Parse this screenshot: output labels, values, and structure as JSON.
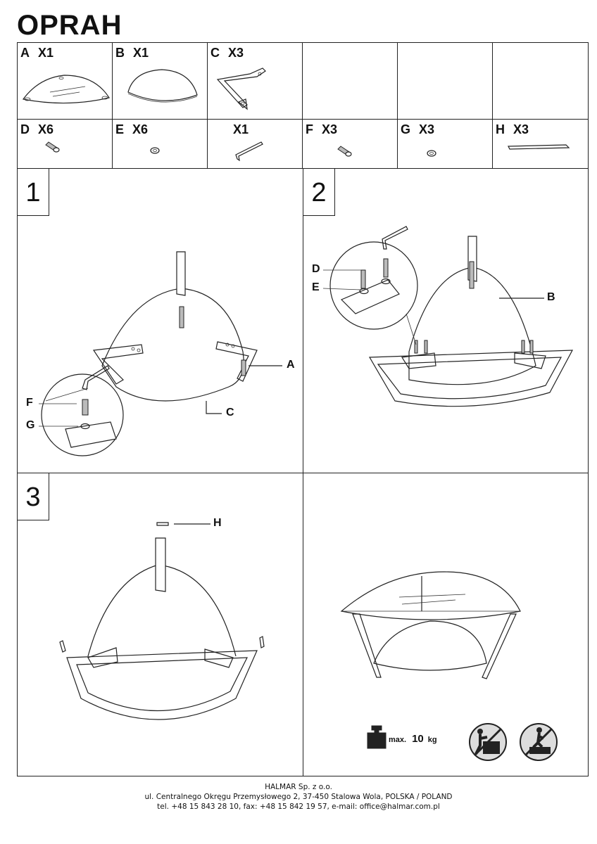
{
  "title": "OPRAH",
  "parts": [
    {
      "letter": "A",
      "qty": "X1"
    },
    {
      "letter": "B",
      "qty": "X1"
    },
    {
      "letter": "C",
      "qty": "X3"
    },
    {
      "letter": "D",
      "qty": "X6"
    },
    {
      "letter": "E",
      "qty": "X6"
    },
    {
      "letter": "",
      "qty": "X1"
    },
    {
      "letter": "F",
      "qty": "X3"
    },
    {
      "letter": "G",
      "qty": "X3"
    },
    {
      "letter": "H",
      "qty": "X3"
    }
  ],
  "steps": [
    {
      "number": "1",
      "callouts": {
        "a": "A",
        "c": "C",
        "f": "F",
        "g": "G"
      }
    },
    {
      "number": "2",
      "callouts": {
        "d": "D",
        "e": "E",
        "b": "B"
      }
    },
    {
      "number": "3",
      "callouts": {
        "h": "H"
      }
    }
  ],
  "max_load": {
    "prefix": "max.",
    "value": "10",
    "unit": "kg"
  },
  "footer": {
    "company": "HALMAR Sp. z o.o.",
    "address": "ul. Centralnego Okręgu Przemysłowego 2, 37-450 Stalowa Wola, POLSKA / POLAND",
    "contact": "tel. +48 15 843 28 10, fax: +48 15 842 19 57, e-mail: office@halmar.com.pl"
  },
  "icons": [
    "weight-icon",
    "no-standing-on-box-icon",
    "no-standing-on-table-icon",
    "hex-key-icon",
    "screw-icon",
    "washer-icon",
    "felt-pad-icon"
  ]
}
